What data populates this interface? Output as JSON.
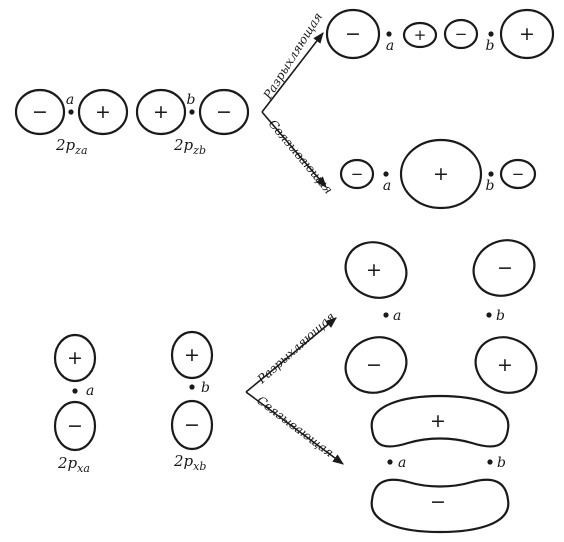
{
  "signs": {
    "plus": "+",
    "minus": "−"
  },
  "points": {
    "a": "a",
    "b": "b"
  },
  "orbitals": {
    "pza": {
      "base": "2p",
      "sub": "za"
    },
    "pzb": {
      "base": "2p",
      "sub": "zb"
    },
    "pxa": {
      "base": "2p",
      "sub": "xa"
    },
    "pxb": {
      "base": "2p",
      "sub": "xb"
    }
  },
  "arrows": {
    "antibonding": "Разрыхляющая",
    "bonding": "Связывающая"
  }
}
